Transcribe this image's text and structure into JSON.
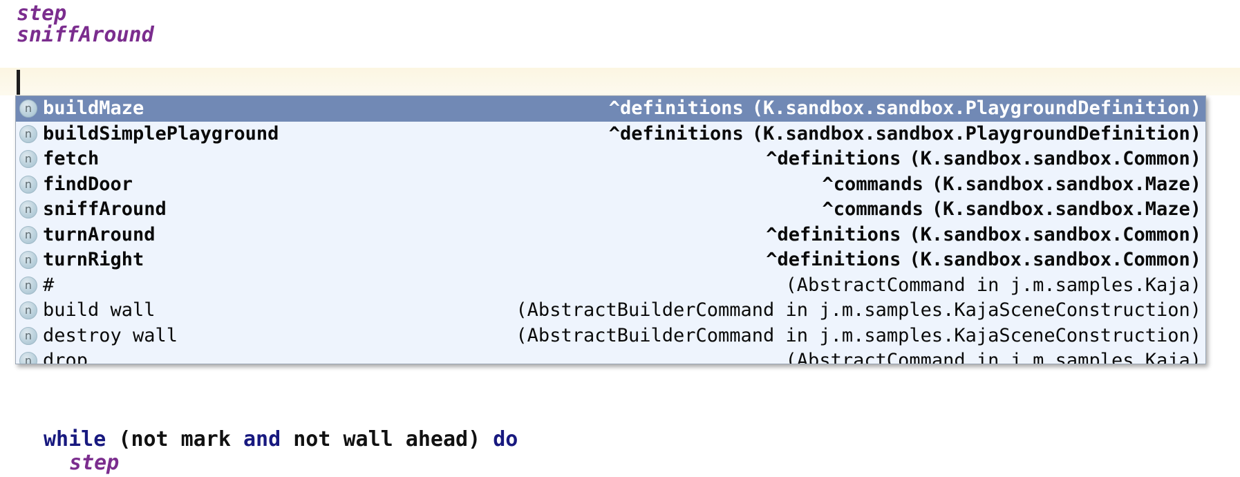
{
  "editor": {
    "background_color": "#ffffff",
    "caret_line_color": "#fdf8e7",
    "lines_above": [
      {
        "segments": [
          {
            "text": "step",
            "style": "user"
          }
        ]
      },
      {
        "segments": [
          {
            "text": "sniffAround",
            "style": "user"
          }
        ]
      }
    ],
    "lines_below": [
      {
        "segments": [
          {
            "text": "while",
            "style": "keyword"
          },
          {
            "text": " (",
            "style": "punct"
          },
          {
            "text": "not mark",
            "style": "plain"
          },
          {
            "text": " ",
            "style": "plain"
          },
          {
            "text": "and",
            "style": "keyword"
          },
          {
            "text": " ",
            "style": "plain"
          },
          {
            "text": "not wall ahead",
            "style": "plain"
          },
          {
            "text": ") ",
            "style": "punct"
          },
          {
            "text": "do",
            "style": "keyword"
          }
        ]
      },
      {
        "segments": [
          {
            "text": "step",
            "style": "user"
          }
        ]
      }
    ],
    "colors": {
      "keyword": "#18197f",
      "plain": "#111111",
      "user_command": "#7b2d8e"
    }
  },
  "completion_popup": {
    "icon_label": "n",
    "icon_name": "method-icon",
    "selected_index": 0,
    "selection_color": "#7189b5",
    "background_color": "#eef4fd",
    "border_color": "#9aa6b4",
    "items": [
      {
        "name": "buildMaze",
        "meta": "^definitions",
        "owner": "(K.sandbox.sandbox.PlaygroundDefinition)",
        "bold": true,
        "selected": true
      },
      {
        "name": "buildSimplePlayground",
        "meta": "^definitions",
        "owner": "(K.sandbox.sandbox.PlaygroundDefinition)",
        "bold": true,
        "selected": false
      },
      {
        "name": "fetch",
        "meta": "^definitions",
        "owner": "(K.sandbox.sandbox.Common)",
        "bold": true,
        "selected": false
      },
      {
        "name": "findDoor",
        "meta": "^commands",
        "owner": "(K.sandbox.sandbox.Maze)",
        "bold": true,
        "selected": false
      },
      {
        "name": "sniffAround",
        "meta": "^commands",
        "owner": "(K.sandbox.sandbox.Maze)",
        "bold": true,
        "selected": false
      },
      {
        "name": "turnAround",
        "meta": "^definitions",
        "owner": "(K.sandbox.sandbox.Common)",
        "bold": true,
        "selected": false
      },
      {
        "name": "turnRight",
        "meta": "^definitions",
        "owner": "(K.sandbox.sandbox.Common)",
        "bold": true,
        "selected": false
      },
      {
        "name": "#",
        "meta": "",
        "owner": "(AbstractCommand in j.m.samples.Kaja)",
        "bold": false,
        "selected": false
      },
      {
        "name": "build wall",
        "meta": "",
        "owner": "(AbstractBuilderCommand in j.m.samples.KajaSceneConstruction)",
        "bold": false,
        "selected": false
      },
      {
        "name": "destroy wall",
        "meta": "",
        "owner": "(AbstractBuilderCommand in j.m.samples.KajaSceneConstruction)",
        "bold": false,
        "selected": false
      },
      {
        "name": "drop",
        "meta": "",
        "owner": "(AbstractCommand in j.m.samples.Kaja)",
        "bold": false,
        "selected": false
      }
    ]
  }
}
